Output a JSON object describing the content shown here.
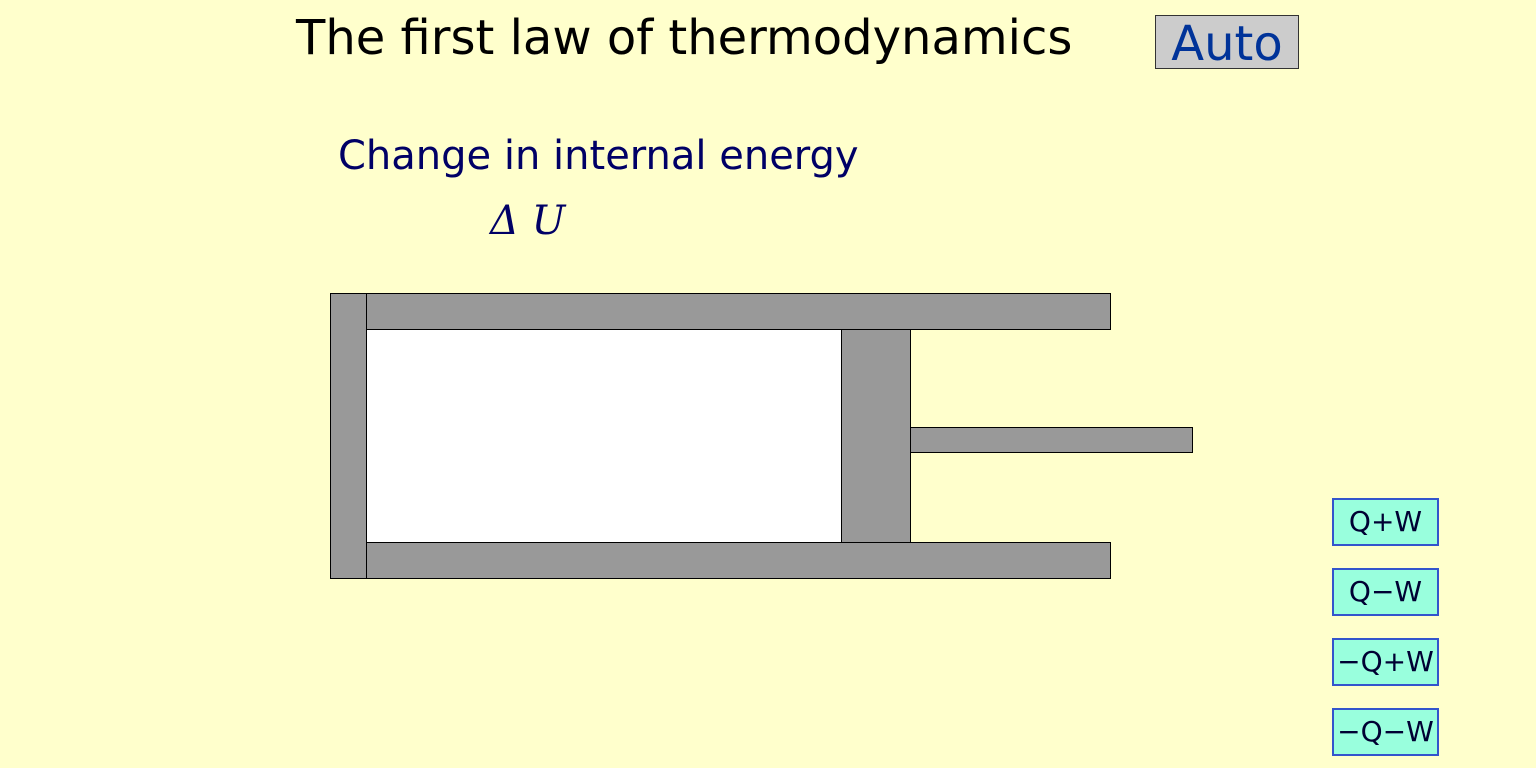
{
  "header": {
    "title": "The first law of thermodynamics",
    "auto_label": "Auto"
  },
  "diagram": {
    "label": "Change in internal energy",
    "symbol": "Δ U"
  },
  "answers": [
    {
      "label": "Q+W"
    },
    {
      "label": "Q−W"
    },
    {
      "label": "−Q+W"
    },
    {
      "label": "−Q−W"
    }
  ],
  "colors": {
    "background": "#ffffcc",
    "cylinder": "#999999",
    "gas": "#ffffff",
    "button_fill": "#99ffdd",
    "button_border": "#3355cc",
    "auto_fill": "#cccccc",
    "auto_text": "#003399",
    "label_text": "#000066"
  }
}
